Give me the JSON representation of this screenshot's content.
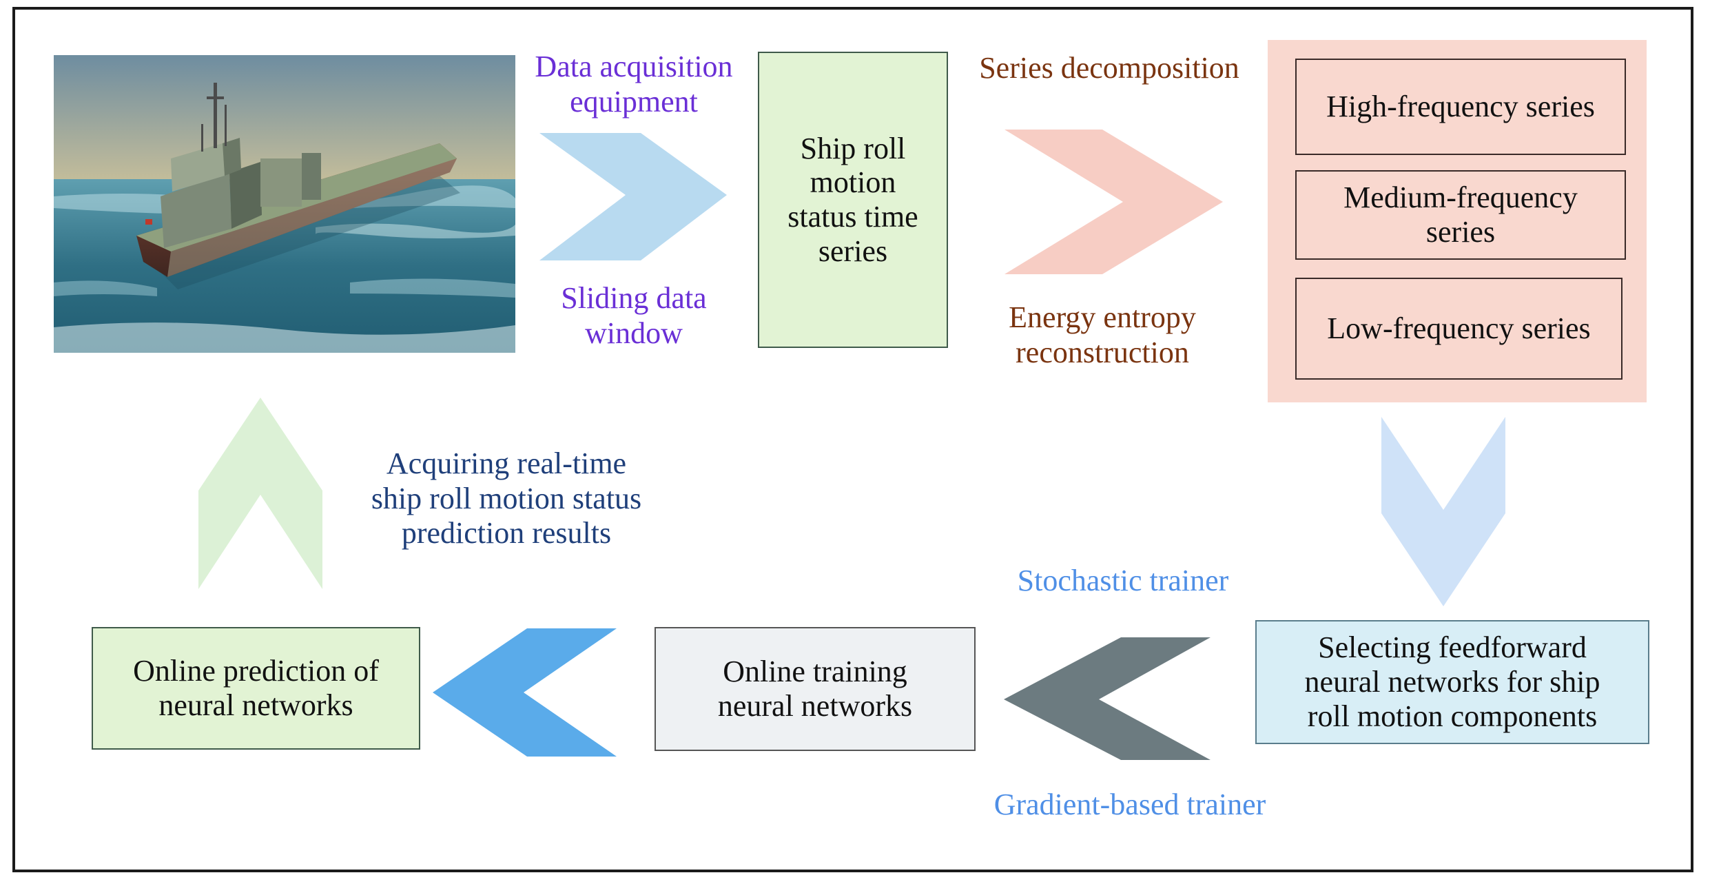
{
  "labels": {
    "data_acquisition": "Data acquisition\nequipment",
    "sliding_window": "Sliding data\nwindow",
    "series_decomposition": "Series decomposition",
    "energy_entropy": "Energy entropy\nreconstruction",
    "acquiring_results": "Acquiring real-time\nship roll motion status\nprediction results",
    "stochastic_trainer": "Stochastic trainer",
    "gradient_trainer": "Gradient-based trainer"
  },
  "boxes": {
    "ship_roll_series": "Ship roll\nmotion\nstatus time\nseries",
    "high_freq": "High-frequency series",
    "medium_freq": "Medium-frequency\nseries",
    "low_freq": "Low-frequency series",
    "selecting_ffnn": "Selecting feedforward\nneural networks for ship\nroll motion components",
    "online_training": "Online training\nneural networks",
    "online_prediction": "Online prediction of\nneural networks"
  },
  "colors": {
    "box_green": "#e2f3d4",
    "box_pink": "#f9d8cf",
    "box_lightblue": "#d8eef6",
    "box_grey": "#eef1f3",
    "arrow_lightblue": "#b8daf0",
    "arrow_pink": "#f7cdc4",
    "arrow_paleblue": "#cfe2f8",
    "arrow_gray": "#6c7b80",
    "arrow_blue": "#5aabea",
    "arrow_green": "#dcf1d6"
  }
}
